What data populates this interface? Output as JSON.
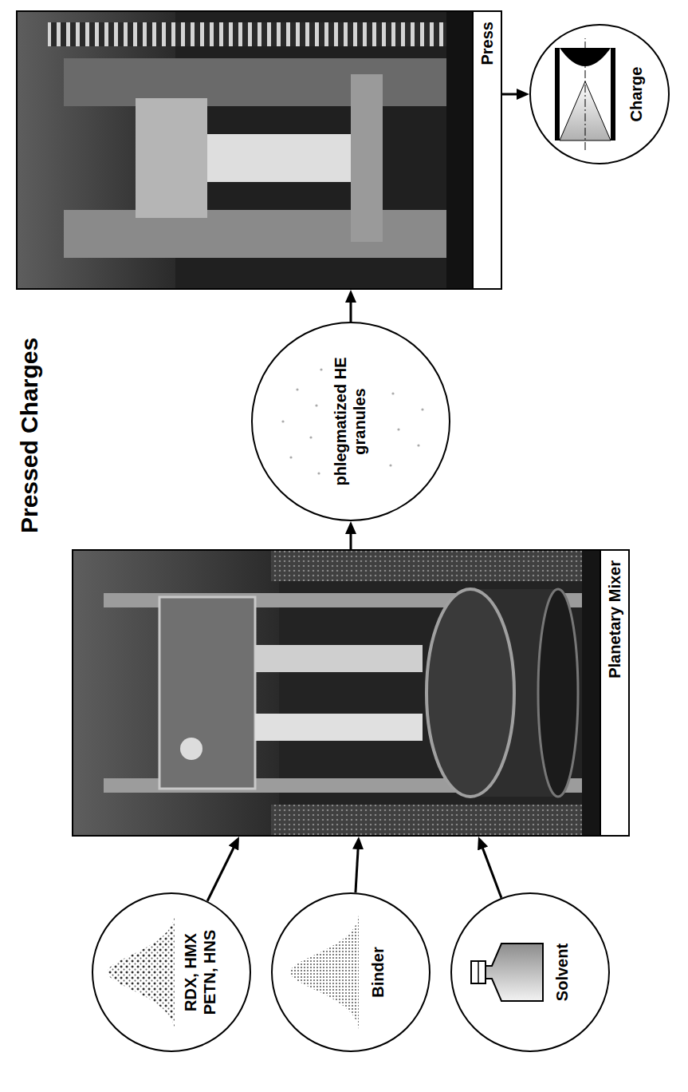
{
  "diagram": {
    "title": "Pressed Charges",
    "nodes": [
      {
        "text": [
          "RDX, HMX PETN, HNS"
        ]
      },
      {
        "text": [
          "Binder"
        ]
      },
      {
        "text": [
          "Solvent"
        ]
      },
      {
        "text": [
          "Planetary Mixer"
        ]
      },
      {
        "text": [
          "phlegmatized HE granules"
        ]
      },
      {
        "text": [
          "Press"
        ]
      },
      {
        "text": [
          "Charge"
        ]
      }
    ],
    "edges": [
      {
        "from": 0,
        "to": 3,
        "arrow": "to"
      },
      {
        "from": 1,
        "to": 3,
        "arrow": "to"
      },
      {
        "from": 2,
        "to": 3,
        "arrow": "to"
      },
      {
        "from": 3,
        "to": 4,
        "arrow": "to"
      },
      {
        "from": 4,
        "to": 5,
        "arrow": "to"
      },
      {
        "from": 5,
        "to": 6,
        "arrow": "to"
      }
    ]
  }
}
